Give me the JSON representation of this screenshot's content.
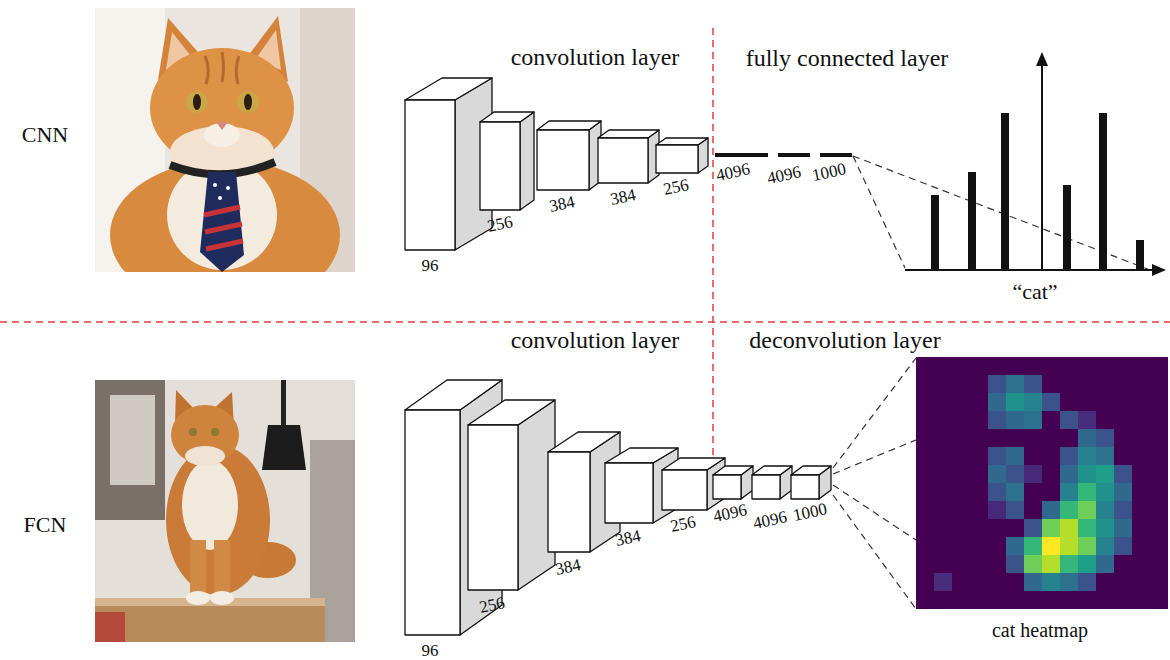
{
  "diagram": {
    "labels": [
      "CNN",
      "convolution layer",
      "fully connected layer",
      "96",
      "256",
      "384",
      "384",
      "256",
      "4096",
      "4096",
      "1000",
      "“cat”",
      "convolution layer",
      "deconvolution layer",
      "FCN",
      "96",
      "256",
      "384",
      "384",
      "256",
      "4096",
      "4096",
      "1000",
      "cat heatmap"
    ]
  }
}
